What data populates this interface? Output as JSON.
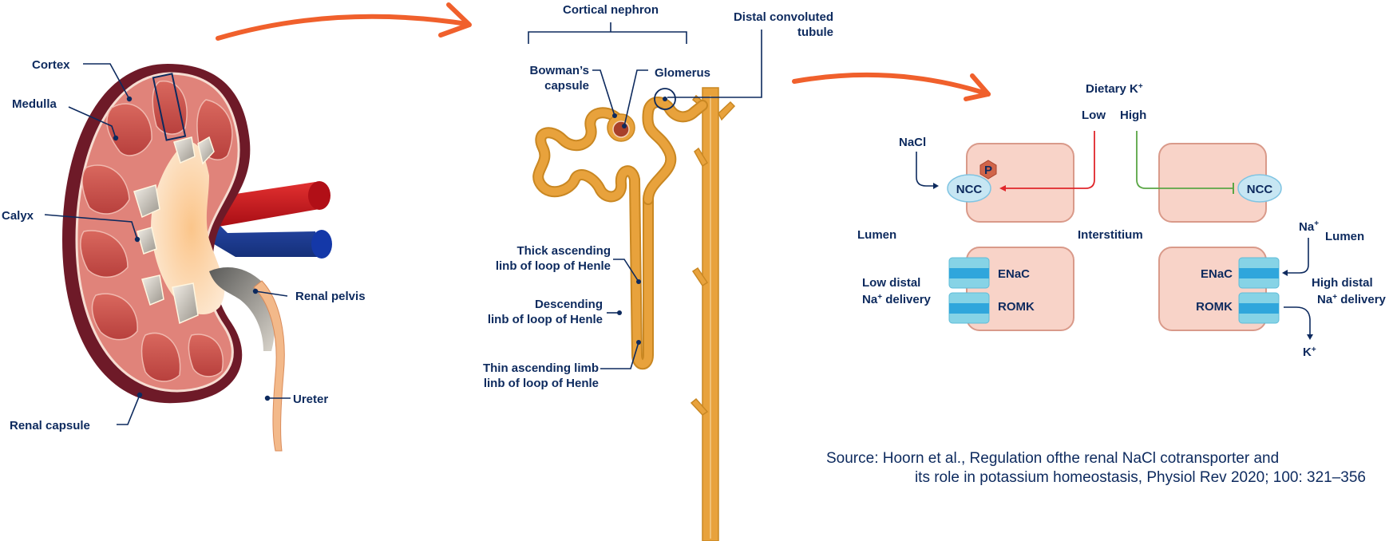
{
  "colors": {
    "label": "#0d2a5e",
    "arrow_orange": "#f0602c",
    "tubule": "#e8a23c",
    "tubule_edge": "#c98722",
    "cell_fill": "#f8d3c8",
    "cell_stroke": "#d99a8a",
    "ncc_fill": "#c7e6f3",
    "ncc_stroke": "#7fc4e2",
    "channel_light": "#86d3e6",
    "channel_dark": "#2fa6dc",
    "phospho": "#d0654a",
    "low_k_arrow": "#e0262b",
    "high_k_arrow": "#5aa645",
    "kidney_capsule": "#7a1e2e",
    "kidney_cortex": "#c95a55",
    "artery": "#c8141c",
    "vein": "#1f3f9a"
  },
  "kidney": {
    "labels": {
      "cortex": "Cortex",
      "medulla": "Medulla",
      "calyx": "Calyx",
      "renal_pelvis": "Renal pelvis",
      "ureter": "Ureter",
      "renal_capsule": "Renal capsule"
    }
  },
  "nephron": {
    "title": "Cortical nephron",
    "labels": {
      "bowmans_capsule_line1": "Bowman’s",
      "bowmans_capsule_line2": "capsule",
      "glomerus": "Glomerus",
      "dct_line1": "Distal convoluted",
      "dct_line2": "tubule",
      "thick_asc_line1": "Thick ascending",
      "thick_asc_line2": "linb of loop of Henle",
      "desc_line1": "Descending",
      "desc_line2": "linb of loop of Henle",
      "thin_asc_line1": "Thin ascending limb",
      "thin_asc_line2": "linb of loop of Henle"
    }
  },
  "mechanism": {
    "dietary_k": "Dietary K",
    "dietary_k_sup": "+",
    "low": "Low",
    "high": "High",
    "nacl": "NaCl",
    "ncc": "NCC",
    "phospho": "P",
    "lumen_left": "Lumen",
    "interstitium": "Interstitium",
    "lumen_right": "Lumen",
    "enac": "ENaC",
    "romk": "ROMK",
    "low_distal_line1": "Low distal",
    "low_distal_line2": "Na",
    "low_distal_line2_sup": "+",
    "low_distal_line2_rest": " delivery",
    "high_distal_line1": "High distal",
    "high_distal_line2": "Na",
    "high_distal_line2_sup": "+",
    "high_distal_line2_rest": " delivery",
    "na_in": "Na",
    "na_in_sup": "+",
    "k_out": "K",
    "k_out_sup": "+"
  },
  "source": {
    "line1": "Source: Hoorn et al., Regulation ofthe renal NaCl cotransporter and",
    "line2": "its role in potassium homeostasis, Physiol Rev 2020; 100: 321–356"
  }
}
